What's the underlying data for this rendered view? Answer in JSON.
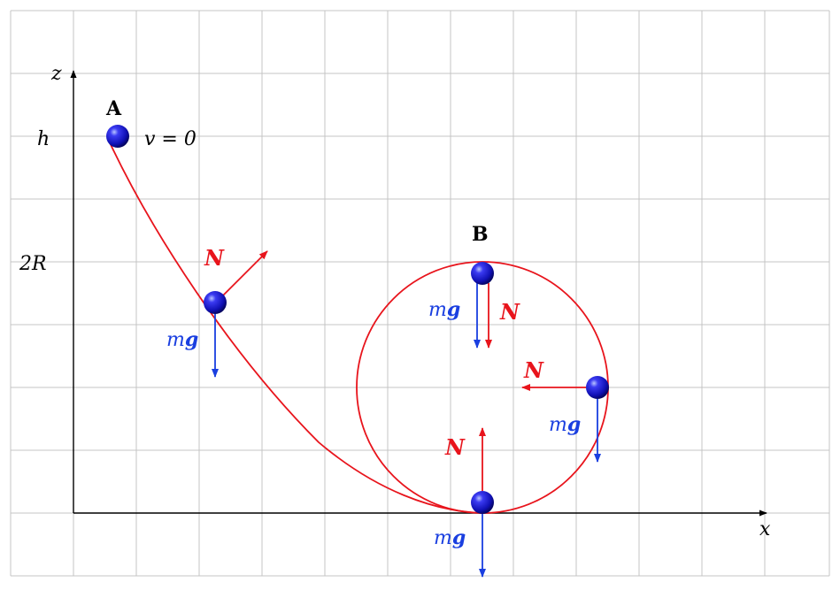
{
  "colors": {
    "curve": "#e8141c",
    "normal_force": "#e8141c",
    "gravity": "#1a3fe0",
    "ball": "#1616c8",
    "grid": "#c4c4c4",
    "axis": "#000000"
  },
  "axes": {
    "x_label": "x",
    "z_label": "z"
  },
  "z_ticks": {
    "h": "h",
    "two_r": "2R"
  },
  "points": {
    "A": {
      "label": "A",
      "annotation": "v = 0"
    },
    "B": {
      "label": "B"
    }
  },
  "forces": {
    "normal": "N",
    "gravity_m": "m",
    "gravity_g": "g"
  }
}
